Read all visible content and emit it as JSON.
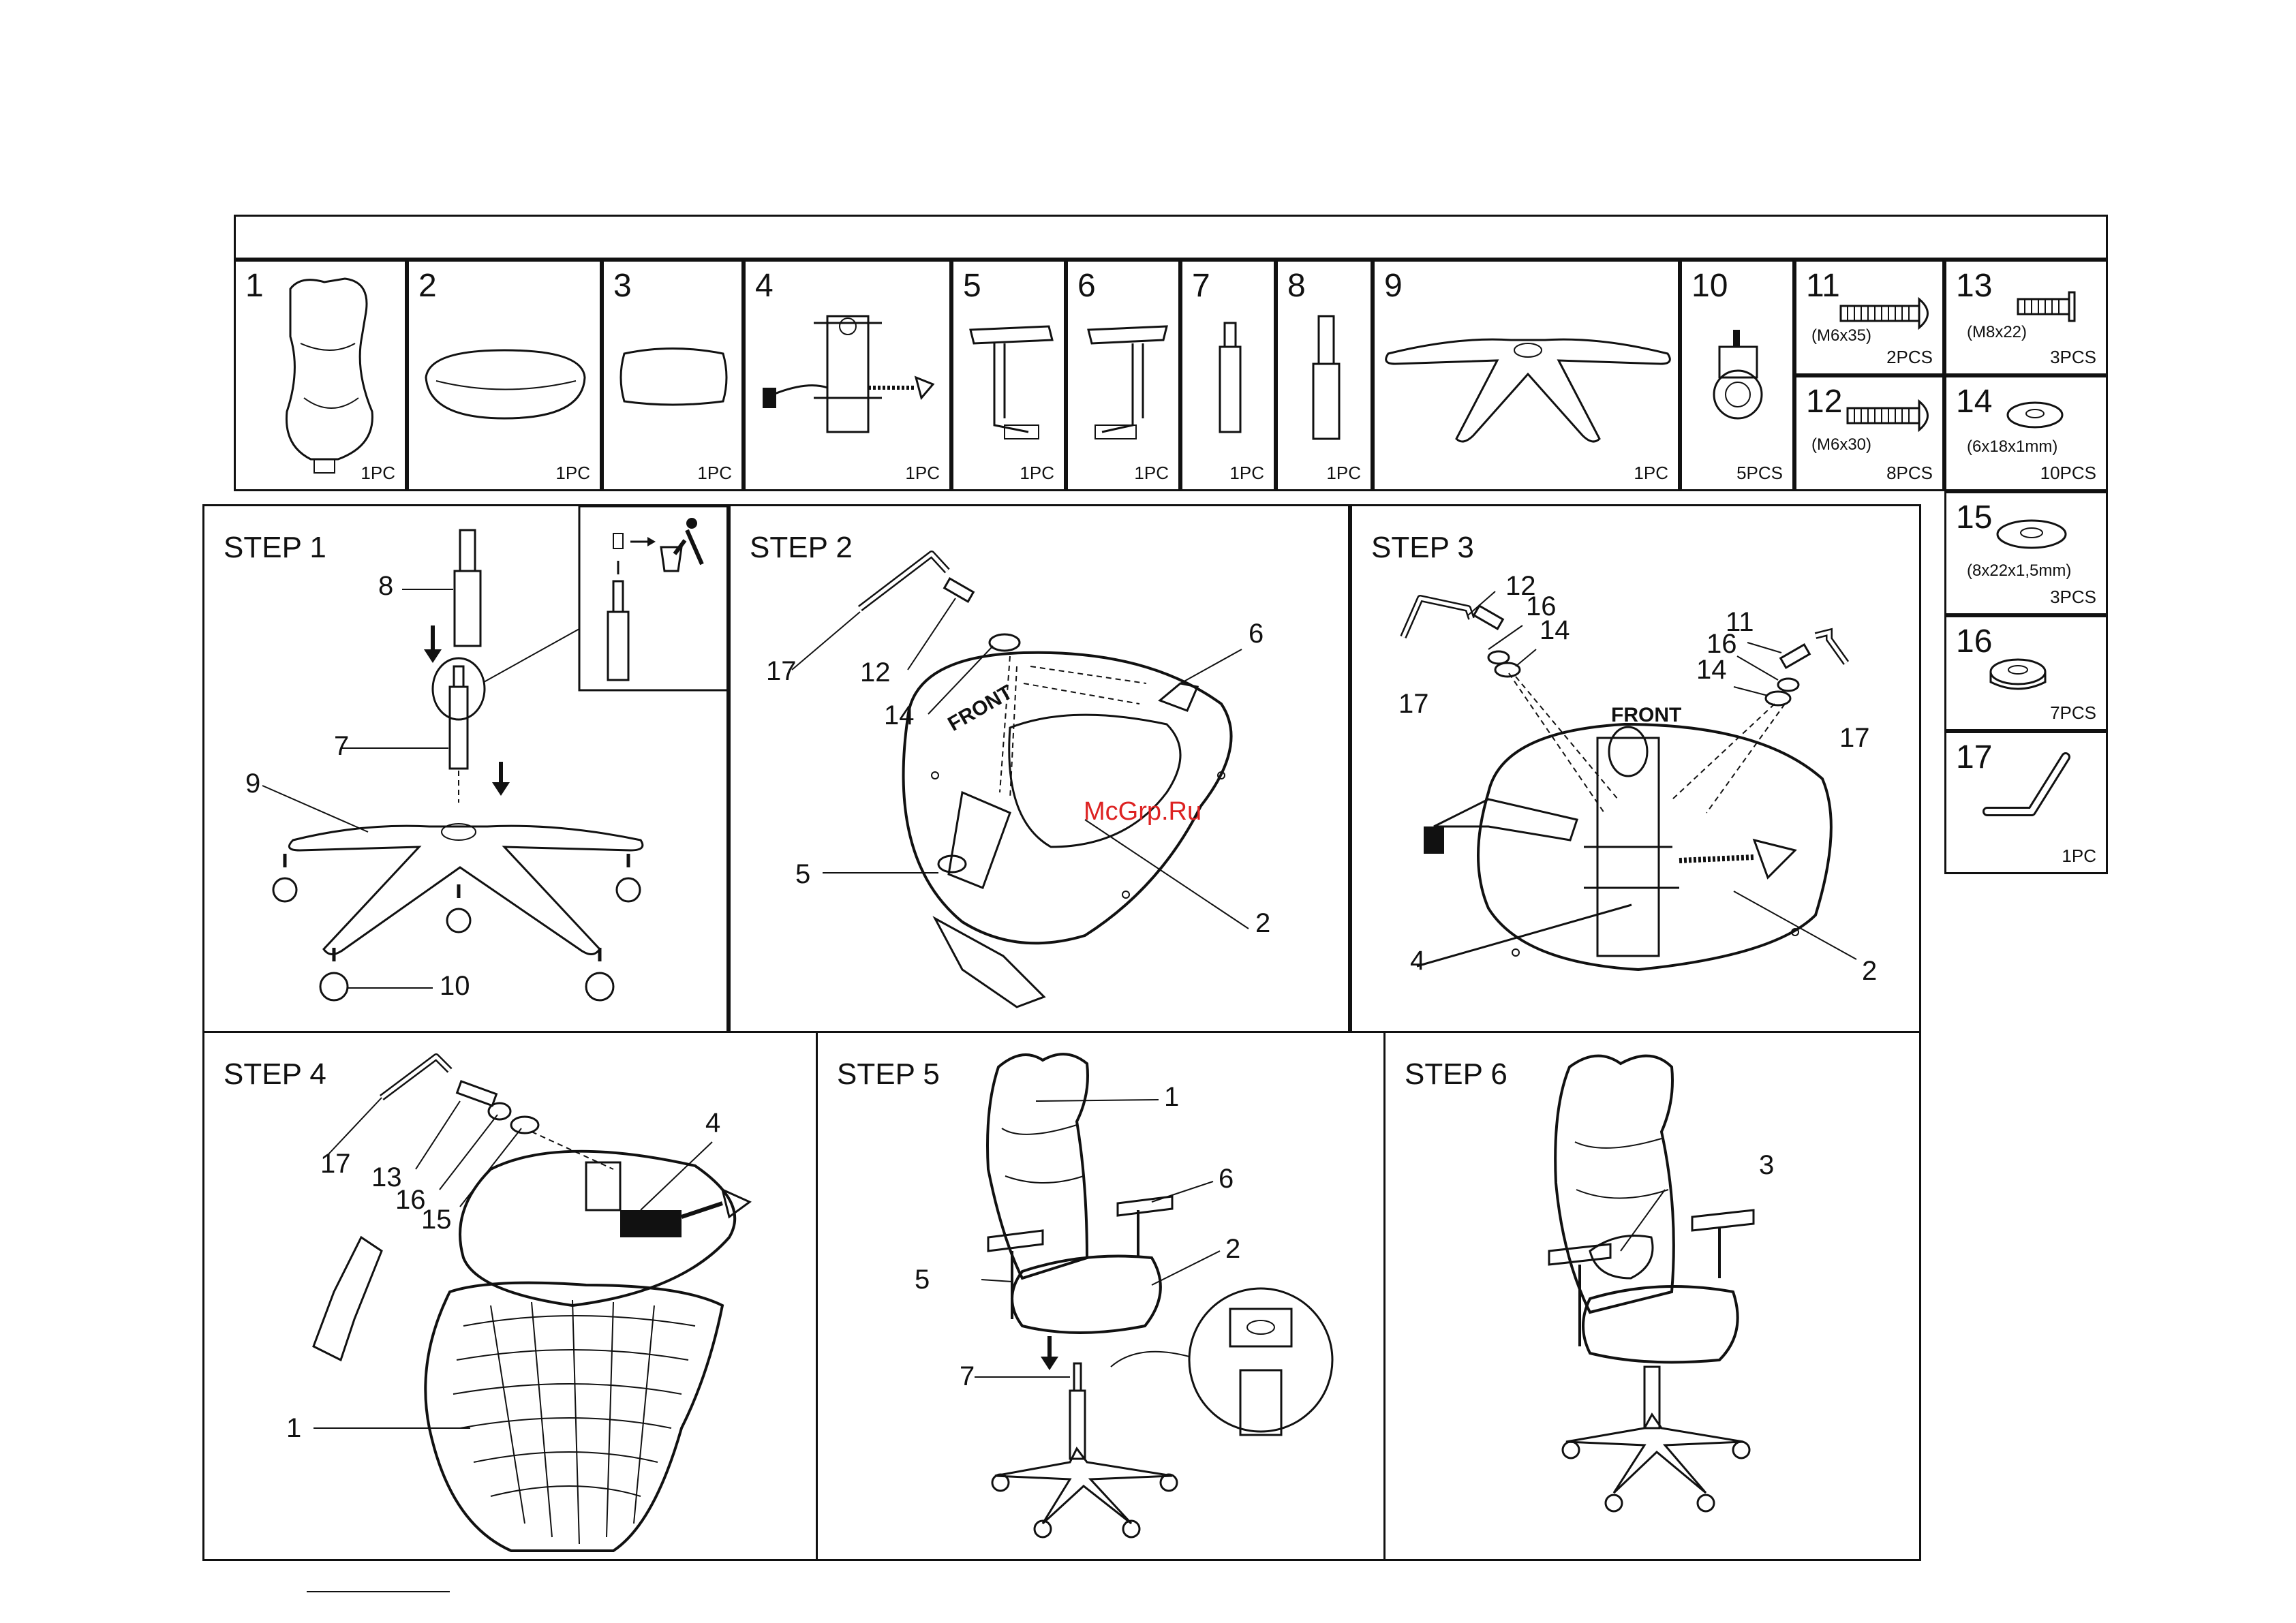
{
  "parts": [
    {
      "num": "1",
      "qty": "1PC"
    },
    {
      "num": "2",
      "qty": "1PC"
    },
    {
      "num": "3",
      "qty": "1PC"
    },
    {
      "num": "4",
      "qty": "1PC"
    },
    {
      "num": "5",
      "qty": "1PC"
    },
    {
      "num": "6",
      "qty": "1PC"
    },
    {
      "num": "7",
      "qty": "1PC"
    },
    {
      "num": "8",
      "qty": "1PC"
    },
    {
      "num": "9",
      "qty": "1PC"
    },
    {
      "num": "10",
      "qty": "5PCS"
    },
    {
      "num": "11",
      "spec": "(M6x35)",
      "qty": "2PCS"
    },
    {
      "num": "12",
      "spec": "(M6x30)",
      "qty": "8PCS"
    },
    {
      "num": "13",
      "spec": "(M8x22)",
      "qty": "3PCS"
    },
    {
      "num": "14",
      "spec": "(6x18x1mm)",
      "qty": "10PCS"
    },
    {
      "num": "15",
      "spec": "(8x22x1,5mm)",
      "qty": "3PCS"
    },
    {
      "num": "16",
      "qty": "7PCS"
    },
    {
      "num": "17",
      "qty": "1PC"
    }
  ],
  "steps": [
    {
      "title": "STEP 1",
      "callouts": [
        "8",
        "7",
        "9",
        "10"
      ]
    },
    {
      "title": "STEP 2",
      "callouts": [
        "17",
        "12",
        "14",
        "6",
        "5",
        "2"
      ],
      "label": "FRONT"
    },
    {
      "title": "STEP 3",
      "callouts": [
        "12",
        "16",
        "14",
        "17",
        "11",
        "16",
        "14",
        "17",
        "4",
        "2"
      ],
      "label": "FRONT"
    },
    {
      "title": "STEP 4",
      "callouts": [
        "17",
        "13",
        "16",
        "15",
        "4",
        "1"
      ]
    },
    {
      "title": "STEP 5",
      "callouts": [
        "1",
        "6",
        "2",
        "5",
        "7"
      ]
    },
    {
      "title": "STEP 6",
      "callouts": [
        "3"
      ]
    }
  ],
  "watermark": "McGrp.Ru"
}
